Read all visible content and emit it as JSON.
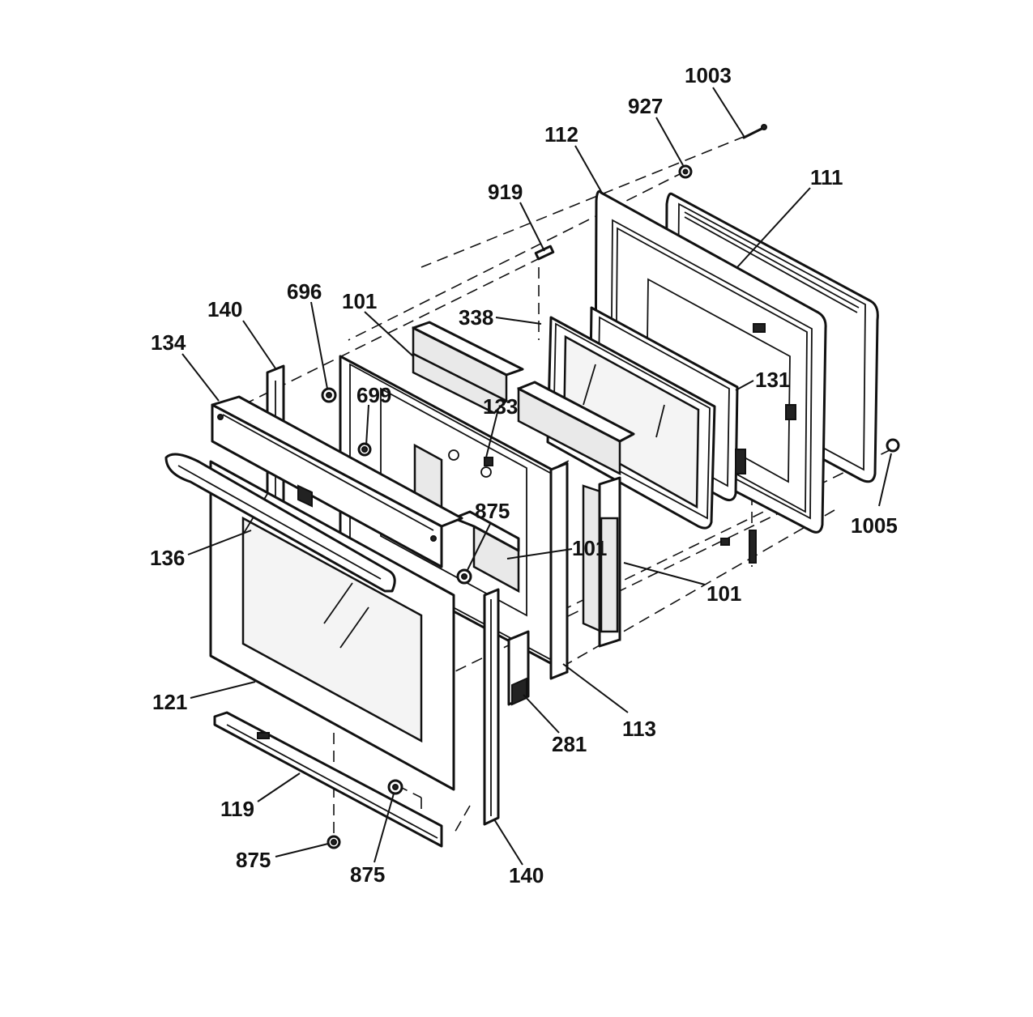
{
  "callouts": [
    {
      "id": "c1003",
      "text": "1003"
    },
    {
      "id": "c927",
      "text": "927"
    },
    {
      "id": "c112",
      "text": "112"
    },
    {
      "id": "c111",
      "text": "111"
    },
    {
      "id": "c919",
      "text": "919"
    },
    {
      "id": "c338",
      "text": "338"
    },
    {
      "id": "c696",
      "text": "696"
    },
    {
      "id": "c101a",
      "text": "101"
    },
    {
      "id": "c140a",
      "text": "140"
    },
    {
      "id": "c134",
      "text": "134"
    },
    {
      "id": "c699",
      "text": "699"
    },
    {
      "id": "c133",
      "text": "133"
    },
    {
      "id": "c131",
      "text": "131"
    },
    {
      "id": "c1005",
      "text": "1005"
    },
    {
      "id": "c875a",
      "text": "875"
    },
    {
      "id": "c101b",
      "text": "101"
    },
    {
      "id": "c101c",
      "text": "101"
    },
    {
      "id": "c136",
      "text": "136"
    },
    {
      "id": "c121",
      "text": "121"
    },
    {
      "id": "c113",
      "text": "113"
    },
    {
      "id": "c281",
      "text": "281"
    },
    {
      "id": "c119",
      "text": "119"
    },
    {
      "id": "c875b",
      "text": "875"
    },
    {
      "id": "c875c",
      "text": "875"
    },
    {
      "id": "c140b",
      "text": "140"
    }
  ]
}
